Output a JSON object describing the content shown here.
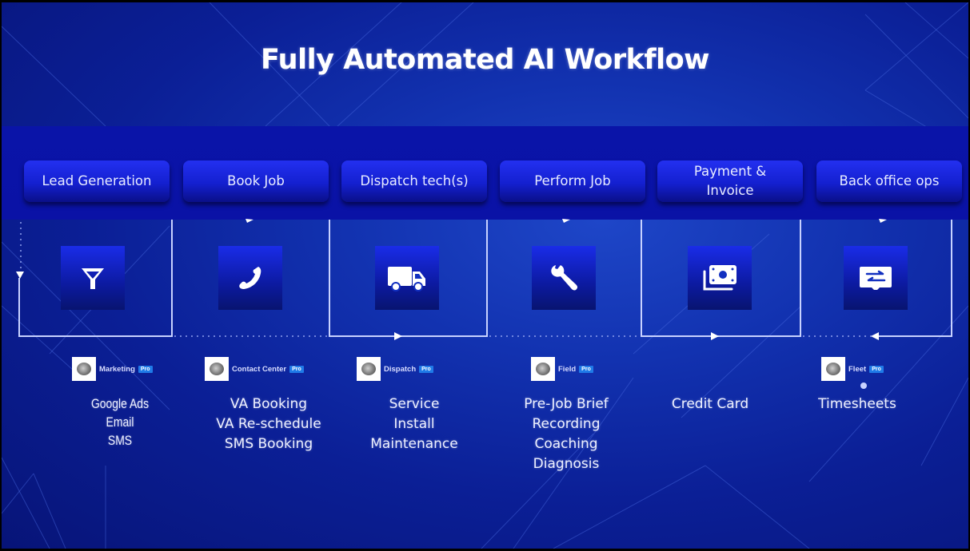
{
  "slide": {
    "title": "Fully Automated AI Workflow",
    "colors": {
      "background": "#0b1f96",
      "band": "#0a14a8",
      "step_button": "#1a28e0",
      "accent_pro": "#1f7ae8",
      "text": "#ffffff"
    },
    "steps": [
      {
        "label": "Lead Generation",
        "icon": "funnel-icon"
      },
      {
        "label": "Book Job",
        "icon": "phone-icon"
      },
      {
        "label": "Dispatch tech(s)",
        "icon": "truck-icon"
      },
      {
        "label": "Perform Job",
        "icon": "wrench-icon"
      },
      {
        "label": "Payment & Invoice",
        "icon": "money-icon"
      },
      {
        "label": "Back office ops",
        "icon": "transfer-icon"
      }
    ],
    "products": [
      {
        "name": "Marketing",
        "tag": "Pro"
      },
      {
        "name": "Contact Center",
        "tag": "Pro"
      },
      {
        "name": "Dispatch",
        "tag": "Pro"
      },
      {
        "name": "Field",
        "tag": "Pro"
      },
      {
        "name": "Fleet",
        "tag": "Pro"
      }
    ],
    "features": {
      "lead_generation": [
        "Google Ads",
        "Email",
        "SMS"
      ],
      "book_job": [
        "VA Booking",
        "VA Re-schedule",
        "SMS Booking"
      ],
      "dispatch": [
        "Service",
        "Install",
        "Maintenance"
      ],
      "perform_job": [
        "Pre-Job Brief",
        "Recording",
        "Coaching",
        "Diagnosis"
      ],
      "payment": [
        "Credit Card"
      ],
      "back_office": [
        "Timesheets"
      ]
    }
  }
}
